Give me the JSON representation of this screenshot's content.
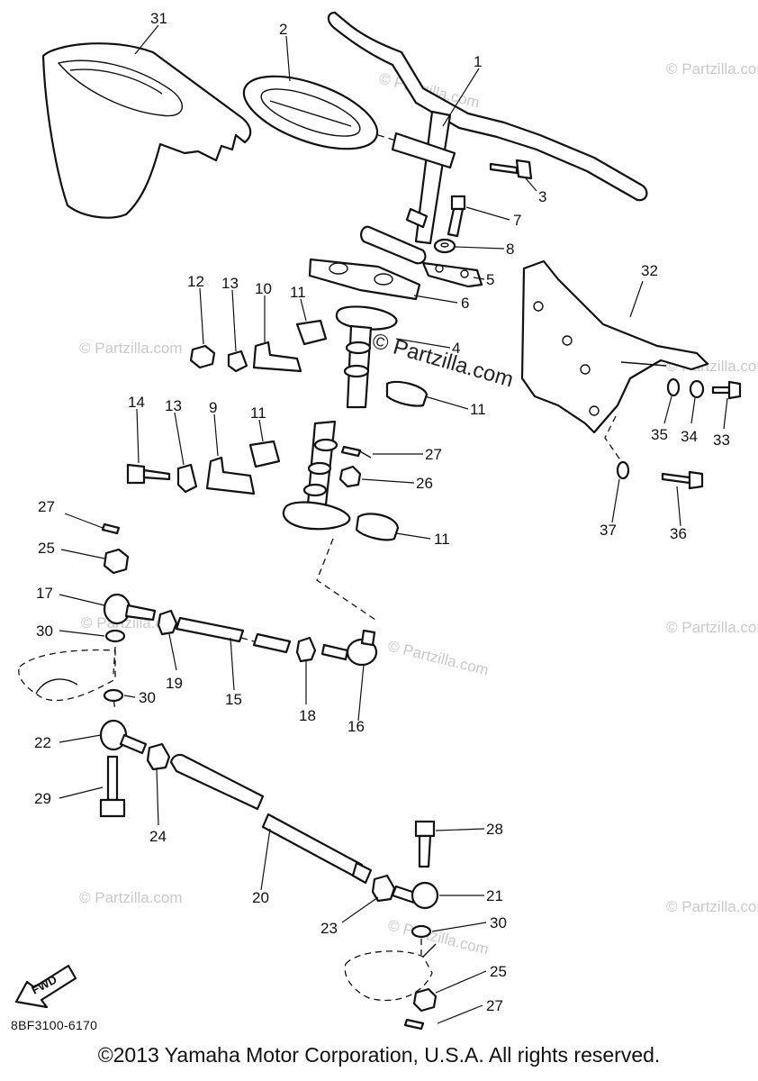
{
  "diagram": {
    "code": "8BF3100-6170",
    "copyright": "©2013 Yamaha Motor Corporation, U.S.A. All rights reserved.",
    "fwd_label": "FWD",
    "watermark_small": "© Partzilla.com",
    "watermark_center": "© Partzilla.com",
    "callouts": [
      "31",
      "2",
      "1",
      "3",
      "7",
      "8",
      "5",
      "6",
      "12",
      "13",
      "10",
      "11",
      "4",
      "32",
      "11",
      "14",
      "13",
      "9",
      "11",
      "27",
      "26",
      "11",
      "35",
      "34",
      "33",
      "37",
      "36",
      "27",
      "25",
      "17",
      "30",
      "19",
      "15",
      "18",
      "16",
      "30",
      "22",
      "29",
      "24",
      "28",
      "20",
      "21",
      "23",
      "30",
      "25",
      "27"
    ],
    "colors": {
      "line": "#111111",
      "background": "#ffffff",
      "watermark": "#c9c9c9"
    }
  }
}
